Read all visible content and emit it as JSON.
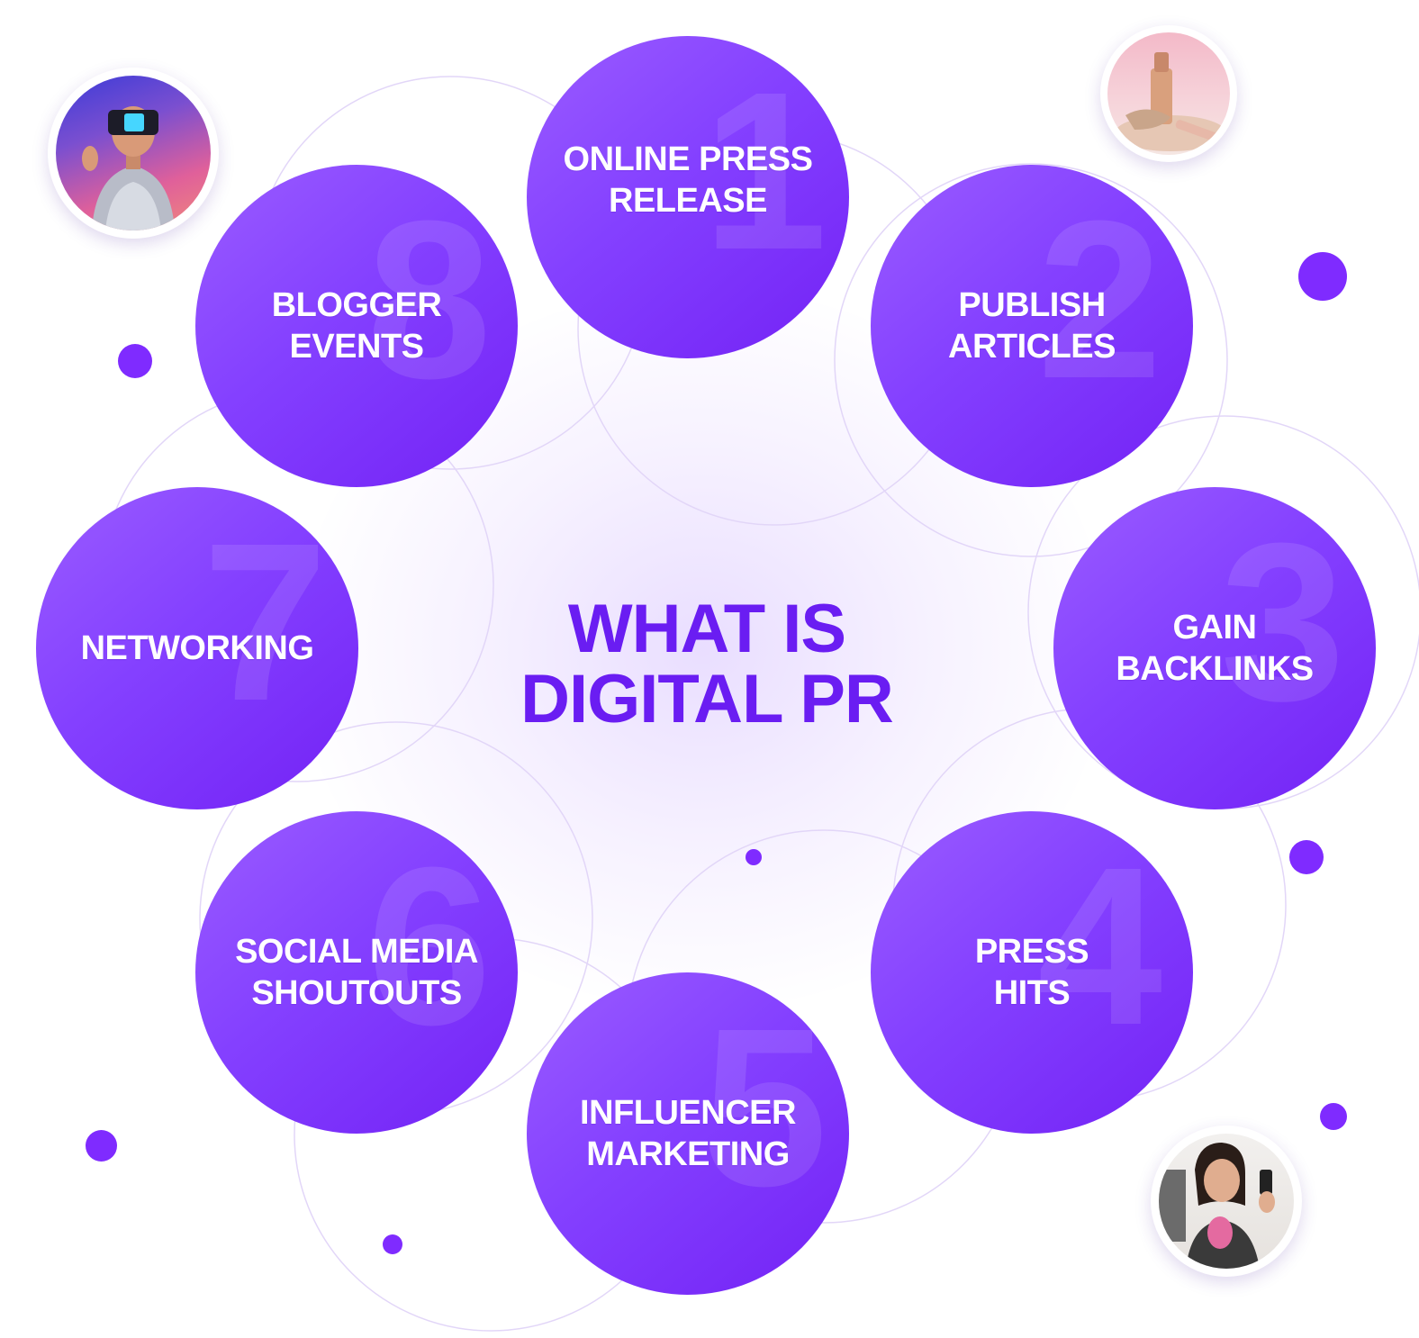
{
  "title": {
    "line1": "WHAT IS",
    "line2": "DIGITAL PR"
  },
  "steps": [
    {
      "number": "1",
      "line1": "ONLINE PRESS",
      "line2": "RELEASE"
    },
    {
      "number": "2",
      "line1": "PUBLISH",
      "line2": "ARTICLES"
    },
    {
      "number": "3",
      "line1": "GAIN",
      "line2": "BACKLINKS"
    },
    {
      "number": "4",
      "line1": "PRESS",
      "line2": "HITS"
    },
    {
      "number": "5",
      "line1": "INFLUENCER",
      "line2": "MARKETING"
    },
    {
      "number": "6",
      "line1": "SOCIAL MEDIA",
      "line2": "SHOUTOUTS"
    },
    {
      "number": "7",
      "line1": "NETWORKING",
      "line2": ""
    },
    {
      "number": "8",
      "line1": "BLOGGER",
      "line2": "EVENTS"
    }
  ],
  "colors": {
    "circle_gradient": [
      "#9a5cff",
      "#7322f5"
    ],
    "title": "#6a1df2",
    "dots": "#7f2bff",
    "rings": "#e2d6f8"
  },
  "photos": [
    {
      "name": "vr-headset-photo"
    },
    {
      "name": "cosmetics-product-photo"
    },
    {
      "name": "influencer-selfie-photo"
    }
  ]
}
